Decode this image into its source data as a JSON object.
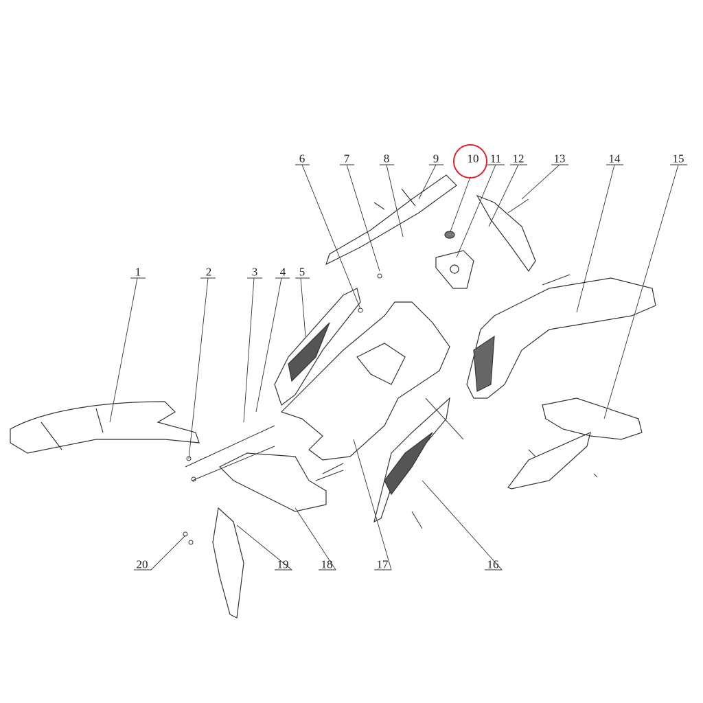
{
  "diagram": {
    "type": "exploded-parts-diagram",
    "callouts": [
      "1",
      "2",
      "3",
      "4",
      "5",
      "6",
      "7",
      "8",
      "9",
      "10",
      "11",
      "12",
      "13",
      "14",
      "15",
      "16",
      "17",
      "18",
      "19",
      "20"
    ],
    "highlighted_callout": "10",
    "highlight_color": "#e0202a",
    "line_color": "#333333"
  }
}
